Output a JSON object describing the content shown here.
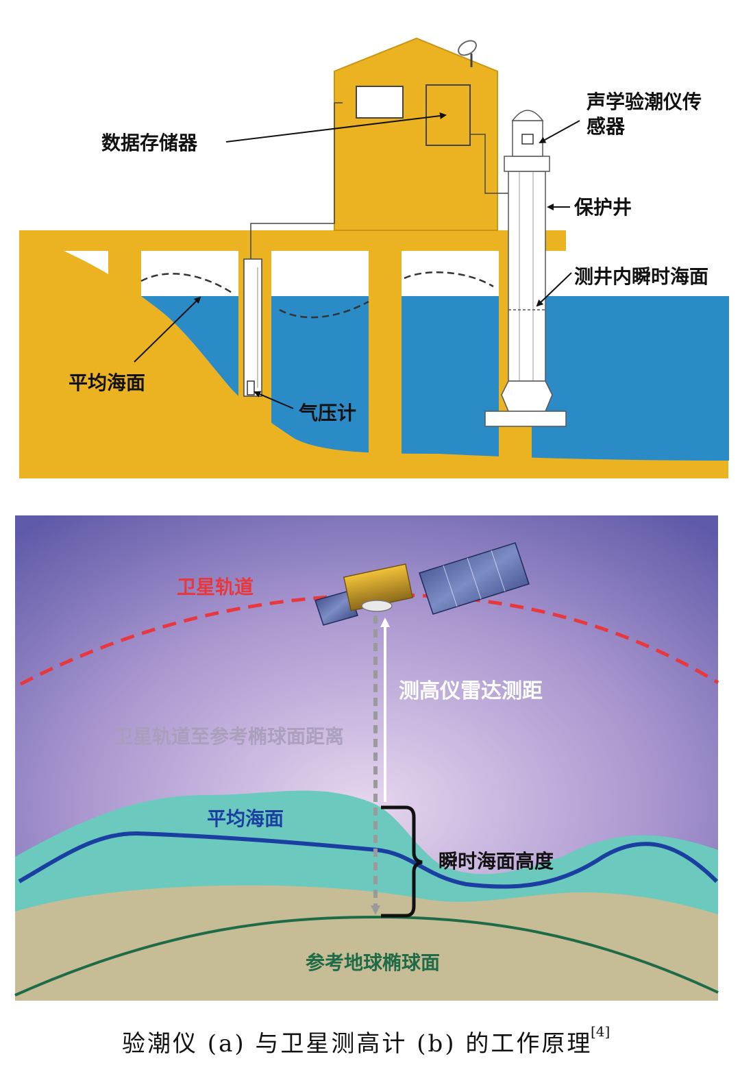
{
  "panel_a": {
    "labels": {
      "data_logger": "数据存储器",
      "acoustic_sensor_line1": "声学验潮仪传",
      "acoustic_sensor_line2": "感器",
      "stilling_well": "保护井",
      "instant_sea_surface_in_well": "测井内瞬时海面",
      "mean_sea_level": "平均海面",
      "barometer": "气压计"
    },
    "colors": {
      "structure": "#EBB322",
      "water": "#2B8BC7",
      "line": "#111111"
    }
  },
  "panel_b": {
    "labels": {
      "satellite_orbit": "卫星轨道",
      "altimeter_range": "测高仪雷达测距",
      "orbit_to_ellipsoid": "卫星轨道至参考椭球面距离",
      "mean_sea_level": "平均海面",
      "instant_sea_height": "瞬时海面高度",
      "reference_ellipsoid": "参考地球椭球面"
    },
    "colors": {
      "orbit": "#E8383D",
      "msl_line": "#1A3FA0",
      "sea": "#6CC9BE",
      "ground": "#C6BD96",
      "ellipsoid": "#1F6B47"
    }
  },
  "caption": {
    "text": "验潮仪 (a) 与卫星测高计 (b) 的工作原理",
    "ref": "[4]"
  }
}
